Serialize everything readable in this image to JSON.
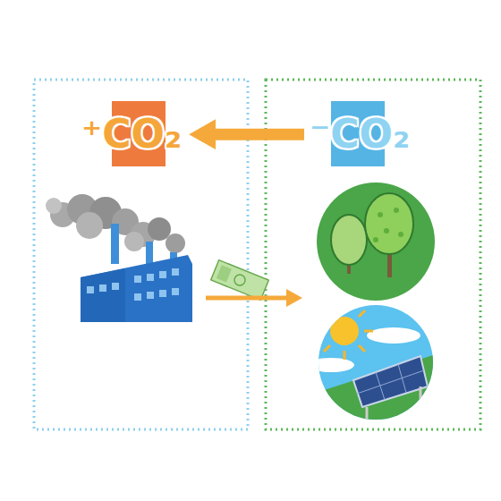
{
  "diagram": {
    "nodes": [
      {
        "text": [
          "⁺CO₂"
        ]
      },
      {
        "text": [
          "⁻CO₂"
        ]
      }
    ],
    "edges": [
      {
        "from": 1,
        "to": 0,
        "arrow": "to"
      }
    ]
  }
}
